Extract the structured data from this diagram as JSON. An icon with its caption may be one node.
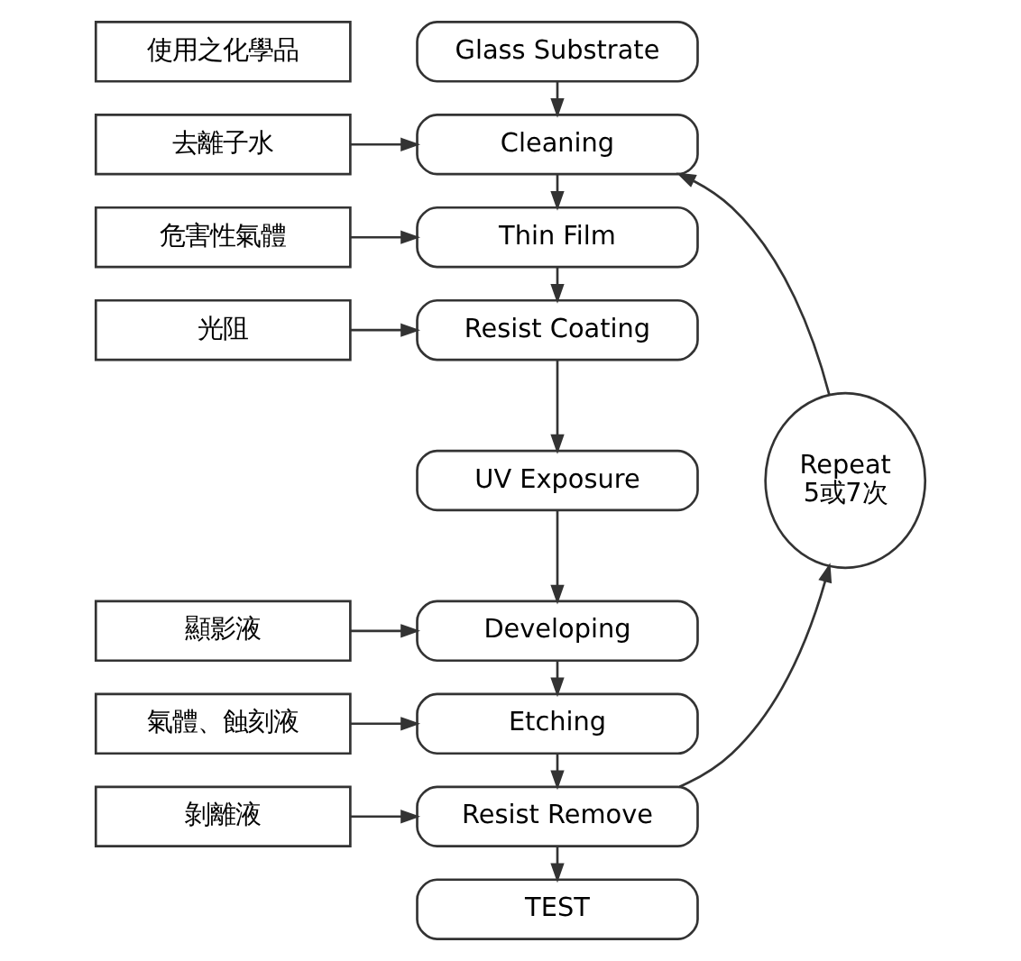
{
  "diagram": {
    "nodes": [
      {
        "text": [
          "使用之化學品"
        ]
      },
      {
        "text": [
          "Glass Substrate"
        ]
      },
      {
        "text": [
          "去離子水"
        ]
      },
      {
        "text": [
          "Cleaning"
        ]
      },
      {
        "text": [
          "危害性氣體"
        ]
      },
      {
        "text": [
          "Thin Film"
        ]
      },
      {
        "text": [
          "光阻"
        ]
      },
      {
        "text": [
          "Resist Coating"
        ]
      },
      {
        "text": [
          "UV Exposure"
        ]
      },
      {
        "text": [
          "顯影液"
        ]
      },
      {
        "text": [
          "Developing"
        ]
      },
      {
        "text": [
          "氣體、蝕刻液"
        ]
      },
      {
        "text": [
          "Etching"
        ]
      },
      {
        "text": [
          "剝離液"
        ]
      },
      {
        "text": [
          "Resist Remove"
        ]
      },
      {
        "text": [
          "Repeat",
          "5或7次"
        ]
      },
      {
        "text": [
          "TEST"
        ]
      }
    ],
    "edges": [
      {
        "from": 1,
        "to": 3,
        "arrow": "to"
      },
      {
        "from": 2,
        "to": 3,
        "arrow": "to"
      },
      {
        "from": 3,
        "to": 5,
        "arrow": "to"
      },
      {
        "from": 4,
        "to": 5,
        "arrow": "to"
      },
      {
        "from": 5,
        "to": 7,
        "arrow": "to"
      },
      {
        "from": 6,
        "to": 7,
        "arrow": "to"
      },
      {
        "from": 7,
        "to": 8,
        "arrow": "to"
      },
      {
        "from": 8,
        "to": 10,
        "arrow": "to"
      },
      {
        "from": 9,
        "to": 10,
        "arrow": "to"
      },
      {
        "from": 10,
        "to": 12,
        "arrow": "to"
      },
      {
        "from": 11,
        "to": 12,
        "arrow": "to"
      },
      {
        "from": 12,
        "to": 14,
        "arrow": "to"
      },
      {
        "from": 13,
        "to": 14,
        "arrow": "to"
      },
      {
        "from": 14,
        "to": 16,
        "arrow": "to"
      },
      {
        "from": 14,
        "to": 15,
        "arrow": "to"
      },
      {
        "from": 15,
        "to": 3,
        "arrow": "to"
      }
    ]
  }
}
